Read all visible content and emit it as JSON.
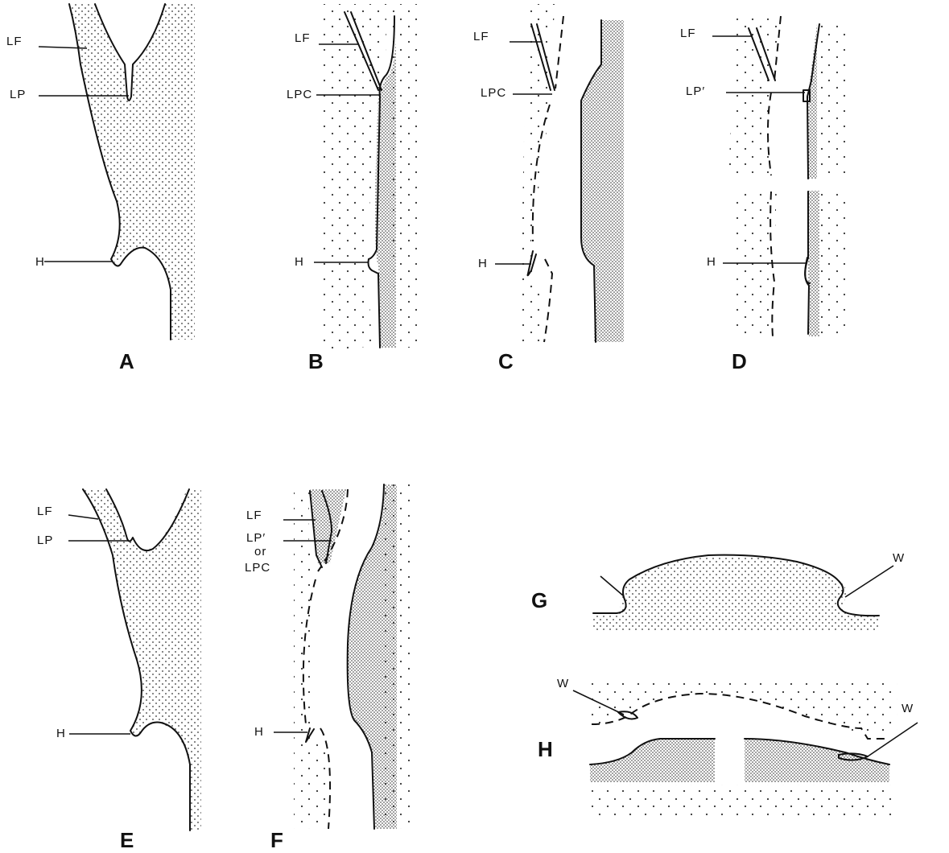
{
  "panels": {
    "A": {
      "caption": "A",
      "lf": "LF",
      "lp": "LP",
      "h": "H"
    },
    "B": {
      "caption": "B",
      "lf": "LF",
      "lpc": "LPC",
      "h": "H"
    },
    "C": {
      "caption": "C",
      "lf": "LF",
      "lpc": "LPC",
      "h": "H"
    },
    "D": {
      "caption": "D",
      "lf": "LF",
      "lpp": "LP′",
      "h": "H"
    },
    "E": {
      "caption": "E",
      "lf": "LF",
      "lp": "LP",
      "h": "H"
    },
    "F": {
      "caption": "F",
      "lf": "LF",
      "lpp": "LP′",
      "or": "or",
      "lpc": "LPC",
      "h": "H"
    },
    "G": {
      "caption": "G",
      "w": "W"
    },
    "H": {
      "caption": "H",
      "w1": "W",
      "w2": "W"
    }
  }
}
